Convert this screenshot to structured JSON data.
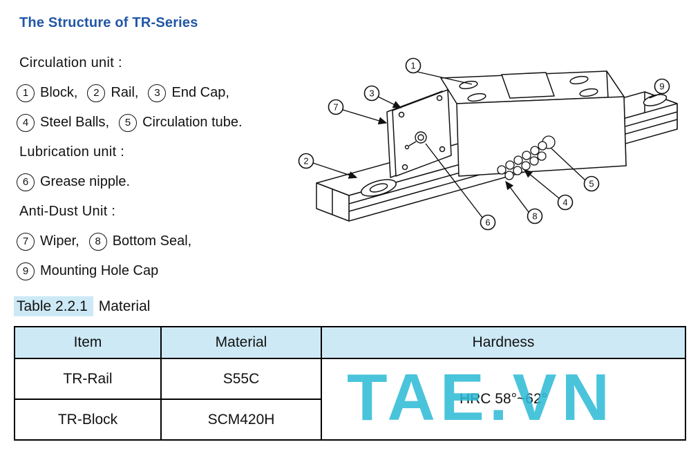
{
  "title": "The Structure of TR-Series",
  "structure": {
    "lines": [
      {
        "type": "heading",
        "text": "Circulation unit  :"
      },
      {
        "type": "items",
        "parts": [
          {
            "n": "1",
            "t": "Block,"
          },
          {
            "n": "2",
            "t": "Rail,"
          },
          {
            "n": "3",
            "t": "End Cap,"
          }
        ]
      },
      {
        "type": "items",
        "parts": [
          {
            "n": "4",
            "t": "Steel Balls,"
          },
          {
            "n": "5",
            "t": "Circulation tube."
          }
        ]
      },
      {
        "type": "heading",
        "text": "Lubrication unit  :"
      },
      {
        "type": "items",
        "parts": [
          {
            "n": "6",
            "t": "Grease nipple."
          }
        ]
      },
      {
        "type": "heading",
        "text": "Anti-Dust Unit  :"
      },
      {
        "type": "items",
        "parts": [
          {
            "n": "7",
            "t": "Wiper,"
          },
          {
            "n": "8",
            "t": "Bottom Seal,"
          }
        ]
      },
      {
        "type": "items",
        "parts": [
          {
            "n": "9",
            "t": "Mounting Hole Cap"
          }
        ]
      }
    ]
  },
  "diagram": {
    "callouts": [
      "1",
      "2",
      "3",
      "4",
      "5",
      "6",
      "7",
      "8",
      "9"
    ]
  },
  "table_caption": {
    "tag": "Table 2.2.1",
    "label": "Material"
  },
  "table": {
    "headers": [
      "Item",
      "Material",
      "Hardness"
    ],
    "rows": [
      {
        "item": "TR-Rail",
        "material": "S55C"
      },
      {
        "item": "TR-Block",
        "material": "SCM420H"
      }
    ],
    "hardness": "HRC 58°~62°"
  },
  "watermark": "TAE.VN"
}
